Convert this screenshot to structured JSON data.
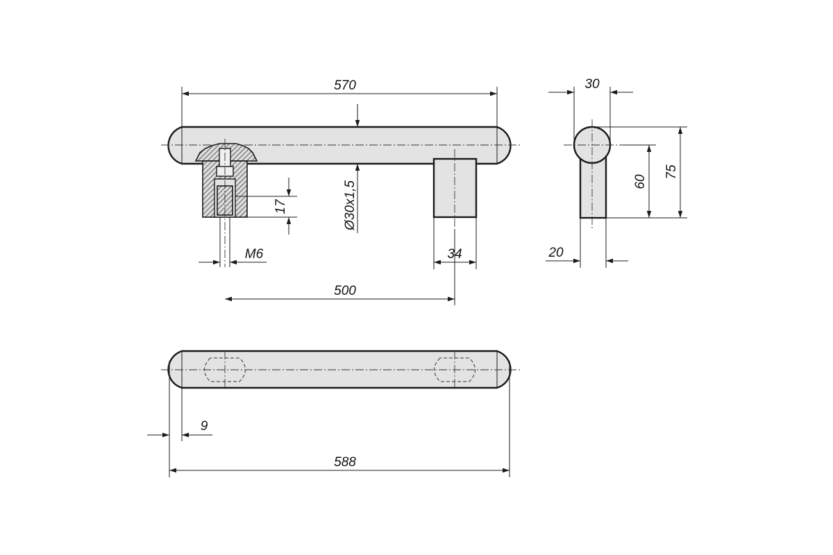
{
  "dimensions": {
    "overall_length": "570",
    "hole_spacing": "500",
    "top_view_length": "588",
    "end_offset": "9",
    "tube": "Ø30x1,5",
    "thread": "M6",
    "thread_depth": "17",
    "standoff_width": "34",
    "side_width": "30",
    "side_height": "75",
    "axis_height": "60",
    "standoff_depth": "20"
  }
}
